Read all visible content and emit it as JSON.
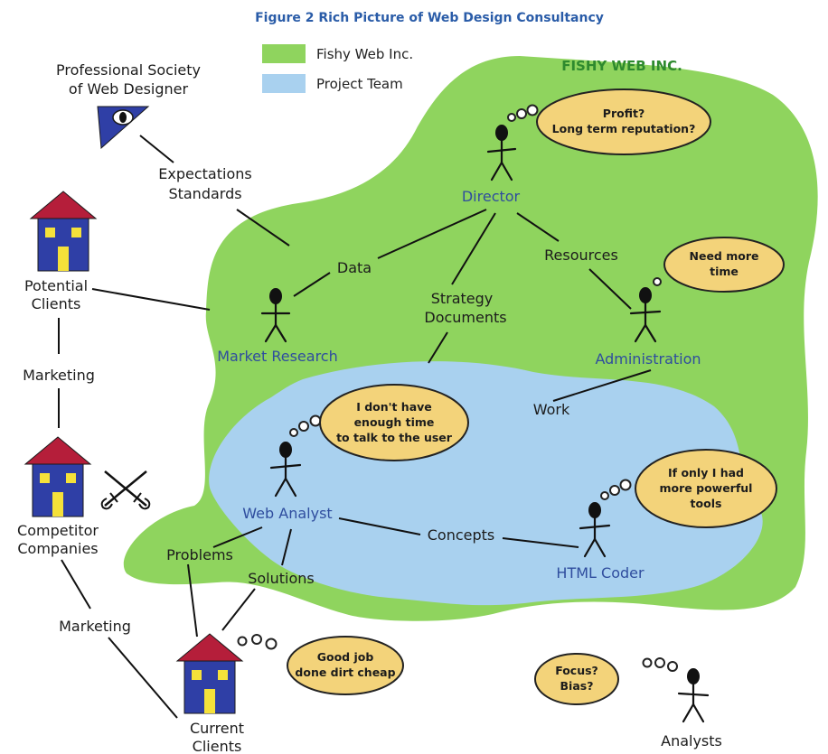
{
  "title": "Figure 2  Rich Picture of Web Design Consultancy",
  "legend": [
    {
      "label": "Fishy Web Inc.",
      "color": "#8fd45e"
    },
    {
      "label": "Project Team",
      "color": "#a9d1ef"
    }
  ],
  "colors": {
    "company_region": "#8fd45e",
    "team_region": "#a9d1ef",
    "bubble_fill": "#f3d37a",
    "house_wall": "#2f3fa6",
    "house_roof": "#b51e3a",
    "house_window": "#f5e13a",
    "society_badge": "#2f3fa6",
    "role_text": "#2f4d9e",
    "org_text": "#2e8a2e"
  },
  "org_name": "FISHY WEB INC.",
  "society": {
    "line1": "Professional Society",
    "line2": "of Web Designer"
  },
  "roles": {
    "director": "Director",
    "market_research": "Market Research",
    "administration": "Administration",
    "web_analyst": "Web Analyst",
    "html_coder": "HTML Coder",
    "analysts": "Analysts"
  },
  "thoughts": {
    "director": [
      "Profit?",
      "Long term reputation?"
    ],
    "administration": [
      "Need more",
      "time"
    ],
    "web_analyst": [
      "I don't have",
      "enough time",
      "to talk to the user"
    ],
    "html_coder": [
      "If only I had",
      "more powerful",
      "tools"
    ],
    "current_clients": [
      "Good job",
      "done dirt cheap"
    ],
    "analysts": [
      "Focus?",
      "Bias?"
    ]
  },
  "external": {
    "potential_clients": [
      "Potential",
      "Clients"
    ],
    "competitor_companies": [
      "Competitor",
      "Companies"
    ],
    "current_clients": [
      "Current",
      "Clients"
    ]
  },
  "relations": {
    "expectations": "Expectations",
    "standards": "Standards",
    "data": "Data",
    "resources": "Resources",
    "strategy": "Strategy",
    "documents": "Documents",
    "work": "Work",
    "marketing_top": "Marketing",
    "marketing_bottom": "Marketing",
    "problems": "Problems",
    "solutions": "Solutions",
    "concepts": "Concepts"
  }
}
